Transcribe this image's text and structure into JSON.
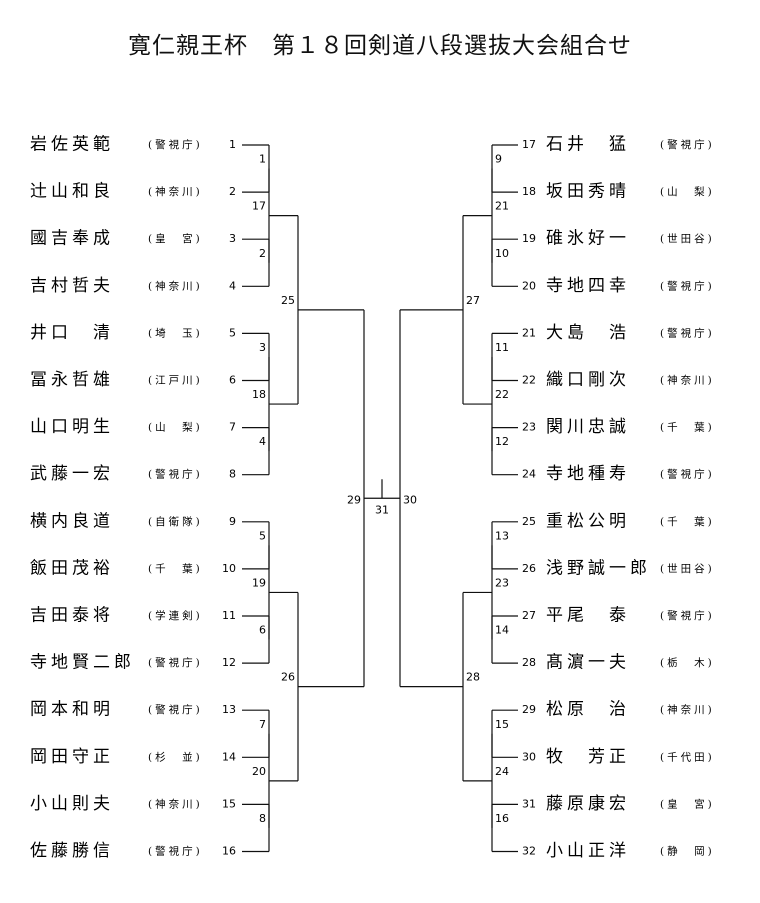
{
  "title": "寛仁親王杯　第１８回剣道八段選抜大会組合せ",
  "left_players": [
    {
      "seed": "1",
      "name": "岩佐英範",
      "affil": "警視庁"
    },
    {
      "seed": "2",
      "name": "辻山和良",
      "affil": "神奈川"
    },
    {
      "seed": "3",
      "name": "國吉奉成",
      "affil": "皇　宮"
    },
    {
      "seed": "4",
      "name": "吉村哲夫",
      "affil": "神奈川"
    },
    {
      "seed": "5",
      "name": "井口　清",
      "affil": "埼　玉"
    },
    {
      "seed": "6",
      "name": "冨永哲雄",
      "affil": "江戸川"
    },
    {
      "seed": "7",
      "name": "山口明生",
      "affil": "山　梨"
    },
    {
      "seed": "8",
      "name": "武藤一宏",
      "affil": "警視庁"
    },
    {
      "seed": "9",
      "name": "横内良道",
      "affil": "自衛隊"
    },
    {
      "seed": "10",
      "name": "飯田茂裕",
      "affil": "千　葉"
    },
    {
      "seed": "11",
      "name": "吉田泰将",
      "affil": "学連剣"
    },
    {
      "seed": "12",
      "name": "寺地賢二郎",
      "affil": "警視庁"
    },
    {
      "seed": "13",
      "name": "岡本和明",
      "affil": "警視庁"
    },
    {
      "seed": "14",
      "name": "岡田守正",
      "affil": "杉　並"
    },
    {
      "seed": "15",
      "name": "小山則夫",
      "affil": "神奈川"
    },
    {
      "seed": "16",
      "name": "佐藤勝信",
      "affil": "警視庁"
    }
  ],
  "right_players": [
    {
      "seed": "17",
      "name": "石井　猛",
      "affil": "警視庁"
    },
    {
      "seed": "18",
      "name": "坂田秀晴",
      "affil": "山　梨"
    },
    {
      "seed": "19",
      "name": "碓氷好一",
      "affil": "世田谷"
    },
    {
      "seed": "20",
      "name": "寺地四幸",
      "affil": "警視庁"
    },
    {
      "seed": "21",
      "name": "大島　浩",
      "affil": "警視庁"
    },
    {
      "seed": "22",
      "name": "織口剛次",
      "affil": "神奈川"
    },
    {
      "seed": "23",
      "name": "関川忠誠",
      "affil": "千　葉"
    },
    {
      "seed": "24",
      "name": "寺地種寿",
      "affil": "警視庁"
    },
    {
      "seed": "25",
      "name": "重松公明",
      "affil": "千　葉"
    },
    {
      "seed": "26",
      "name": "浅野誠一郎",
      "affil": "世田谷"
    },
    {
      "seed": "27",
      "name": "平尾　泰",
      "affil": "警視庁"
    },
    {
      "seed": "28",
      "name": "髙濵一夫",
      "affil": "栃　木"
    },
    {
      "seed": "29",
      "name": "松原　治",
      "affil": "神奈川"
    },
    {
      "seed": "30",
      "name": "牧　芳正",
      "affil": "千代田"
    },
    {
      "seed": "31",
      "name": "藤原康宏",
      "affil": "皇　宮"
    },
    {
      "seed": "32",
      "name": "小山正洋",
      "affil": "静　岡"
    }
  ],
  "left_matches": {
    "r1": [
      "1",
      "2",
      "3",
      "4",
      "5",
      "6",
      "7",
      "8"
    ],
    "r2": [
      "17",
      "18",
      "19",
      "20"
    ],
    "r3": [
      "25",
      "26"
    ],
    "r4": "29"
  },
  "right_matches": {
    "r1": [
      "9",
      "10",
      "11",
      "12",
      "13",
      "14",
      "15",
      "16"
    ],
    "r2": [
      "21",
      "22",
      "23",
      "24"
    ],
    "r3": [
      "27",
      "28"
    ],
    "r4": "30"
  },
  "final_match": "31"
}
